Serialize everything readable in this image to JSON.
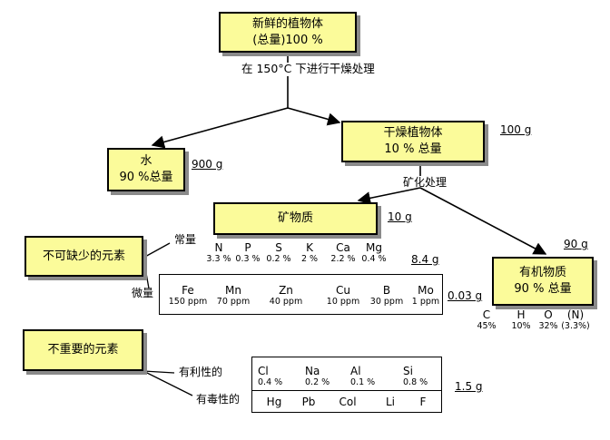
{
  "fresh_plant": {
    "line1": "新鲜的植物体",
    "line2": "(总量)100 %"
  },
  "drying_step": "在 150°C 下进行干燥处理",
  "water": {
    "line1": "水",
    "line2": "90 %总量",
    "amount": "900 g"
  },
  "dry_plant": {
    "line1": "干燥植物体",
    "line2": "10 % 总量",
    "amount": "100 g"
  },
  "ashing_step": "矿化处理",
  "minerals": {
    "label": "矿物质",
    "amount": "10 g"
  },
  "organic": {
    "line1": "有机物质",
    "line2": "90 % 总量",
    "amount": "90 g",
    "elements": [
      {
        "symbol": "C",
        "value": "45%"
      },
      {
        "symbol": "H",
        "value": "10%"
      },
      {
        "symbol": "O",
        "value": "32%"
      },
      {
        "symbol": "(N)",
        "value": "(3.3%)"
      }
    ]
  },
  "essential": {
    "label": "不可缺少的元素",
    "macro": {
      "label": "常量",
      "amount": "8.4 g",
      "elements": [
        {
          "symbol": "N",
          "value": "3.3 %"
        },
        {
          "symbol": "P",
          "value": "0.3 %"
        },
        {
          "symbol": "S",
          "value": "0.2 %"
        },
        {
          "symbol": "K",
          "value": "2 %"
        },
        {
          "symbol": "Ca",
          "value": "2.2 %"
        },
        {
          "symbol": "Mg",
          "value": "0.4 %"
        }
      ]
    },
    "micro": {
      "label": "微量",
      "amount": "0.03 g",
      "elements": [
        {
          "symbol": "Fe",
          "value": "150 ppm"
        },
        {
          "symbol": "Mn",
          "value": "70 ppm"
        },
        {
          "symbol": "Zn",
          "value": "40 ppm"
        },
        {
          "symbol": "Cu",
          "value": "10 ppm"
        },
        {
          "symbol": "B",
          "value": "30 ppm"
        },
        {
          "symbol": "Mo",
          "value": "1 ppm"
        }
      ]
    }
  },
  "nonessential": {
    "label": "不重要的元素",
    "amount": "1.5 g",
    "beneficial": {
      "label": "有利性的",
      "elements": [
        {
          "symbol": "Cl",
          "value": "0.4 %"
        },
        {
          "symbol": "Na",
          "value": "0.2 %"
        },
        {
          "symbol": "Al",
          "value": "0.1 %"
        },
        {
          "symbol": "Si",
          "value": "0.8 %"
        }
      ]
    },
    "toxic": {
      "label": "有毒性的",
      "elements": [
        {
          "symbol": "Hg"
        },
        {
          "symbol": "Pb"
        },
        {
          "symbol": "Col"
        },
        {
          "symbol": "Li"
        },
        {
          "symbol": "F"
        }
      ]
    }
  }
}
